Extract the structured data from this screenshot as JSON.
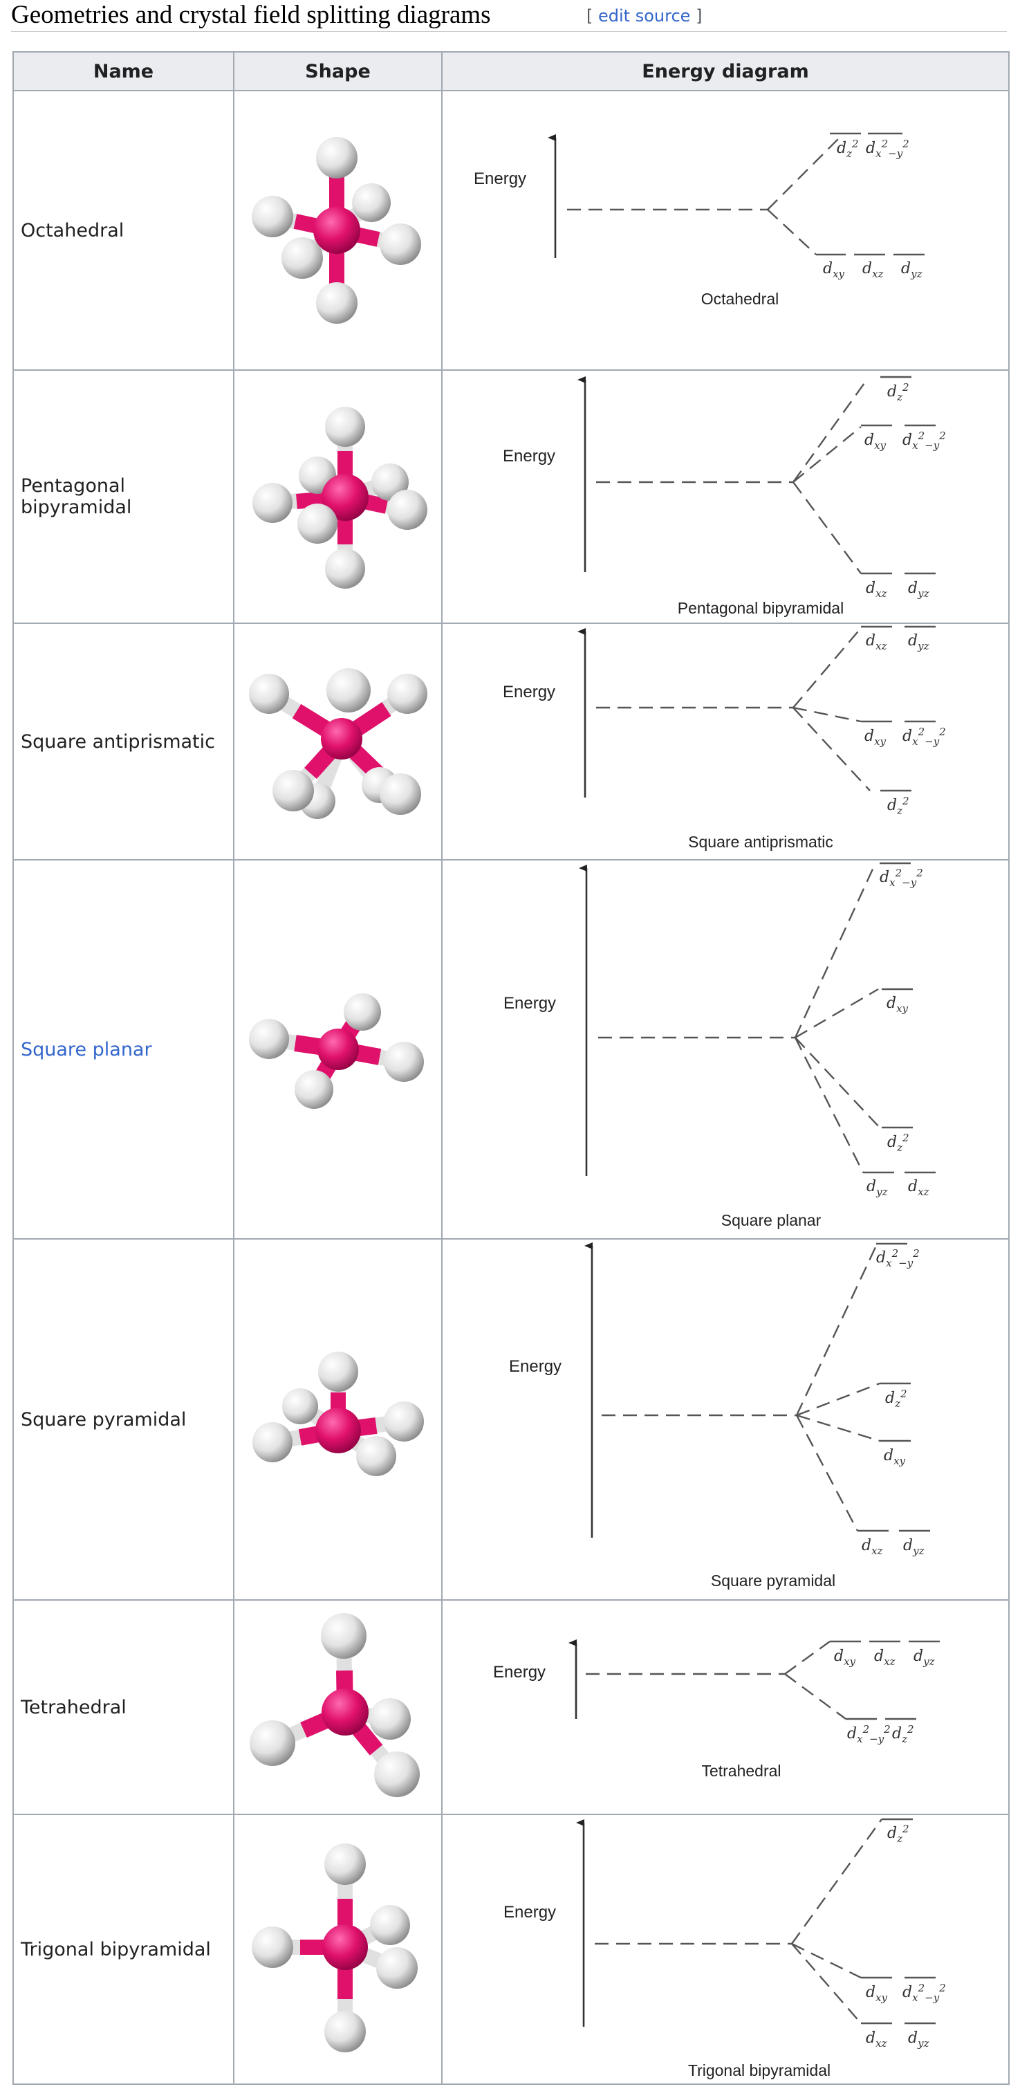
{
  "section": {
    "title": "Geometries and crystal field splitting diagrams",
    "edit_open": "[",
    "edit_label": "edit source",
    "edit_close": "]"
  },
  "table": {
    "headers": [
      "Name",
      "Shape",
      "Energy diagram"
    ],
    "energy_label": "Energy",
    "rows": [
      {
        "name": "Octahedral",
        "caption": "Octahedral"
      },
      {
        "name": "Pentagonal bipyramidal",
        "caption": "Pentagonal bipyramidal"
      },
      {
        "name": "Square antiprismatic",
        "caption": "Square antiprismatic"
      },
      {
        "name": "Square planar",
        "caption": "Square planar"
      },
      {
        "name": "Square pyramidal",
        "caption": "Square pyramidal"
      },
      {
        "name": "Tetrahedral",
        "caption": "Tetrahedral"
      },
      {
        "name": "Trigonal bipyramidal",
        "caption": "Trigonal bipyramidal"
      }
    ]
  },
  "orbitals": {
    "d": "d",
    "xy": "xy",
    "xz": "xz",
    "yz": "yz",
    "z": "z",
    "x": "x",
    "y": "y",
    "sq": "2",
    "minus": "−"
  },
  "colors": {
    "header_bg": "#eaecf0",
    "border": "#a2a9b1",
    "link": "#3366cc",
    "metal_atom": "#e0116b",
    "ligand_atom": "#e4e4e4"
  }
}
